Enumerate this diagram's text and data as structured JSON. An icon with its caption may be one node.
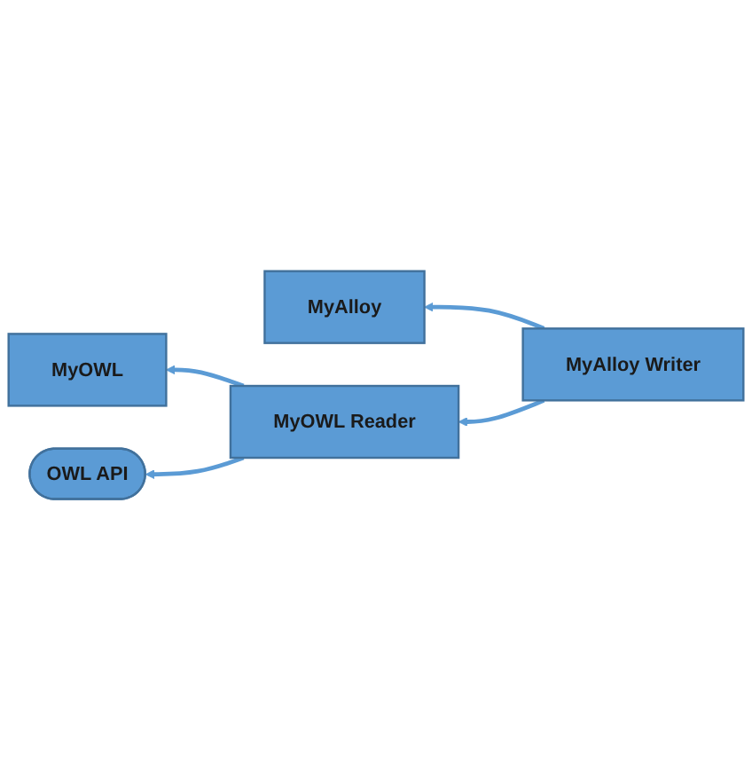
{
  "diagram": {
    "nodes": [
      {
        "text": [
          "MyOWL"
        ]
      },
      {
        "text": [
          "MyAlloy"
        ]
      },
      {
        "text": [
          "MyOWL Reader"
        ]
      },
      {
        "text": [
          "MyAlloy Writer"
        ]
      },
      {
        "text": [
          "OWL API"
        ]
      }
    ],
    "edges": [
      {
        "from": 2,
        "to": 0,
        "arrow": "to"
      },
      {
        "from": 3,
        "to": 1,
        "arrow": "to"
      },
      {
        "from": 3,
        "to": 2,
        "arrow": "to"
      },
      {
        "from": 2,
        "to": 4,
        "arrow": "to"
      }
    ]
  }
}
